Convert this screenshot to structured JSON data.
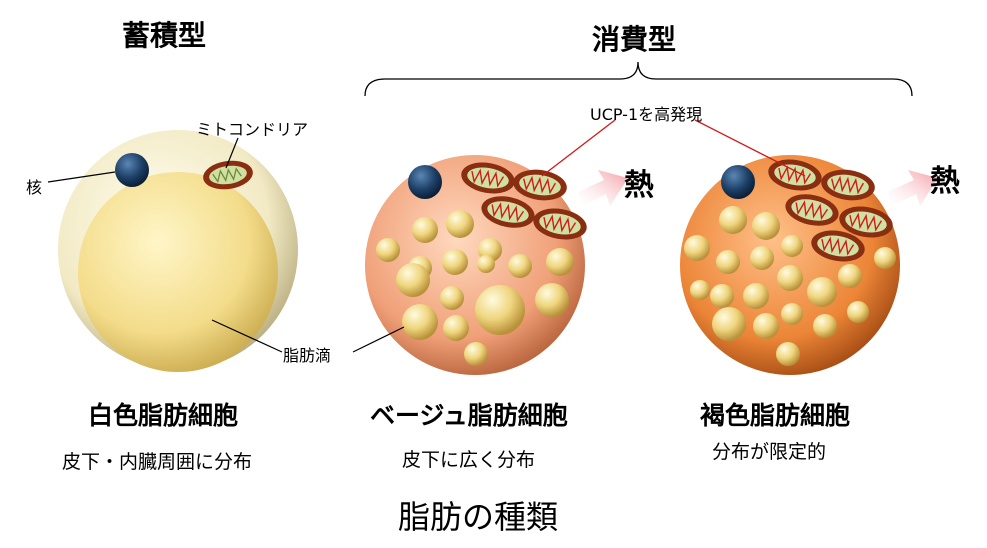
{
  "headers": {
    "storage": "蓄積型",
    "consumption": "消費型"
  },
  "annotations": {
    "nucleus": "核",
    "mitochondria": "ミトコンドリア",
    "lipid_droplet": "脂肪滴",
    "ucp1": "UCP-1を高発現"
  },
  "heat_label": "熱",
  "cells": [
    {
      "name": "白色脂肪細胞",
      "distribution": "皮下・内臓周囲に分布"
    },
    {
      "name": "ベージュ脂肪細胞",
      "distribution": "皮下に広く分布"
    },
    {
      "name": "褐色脂肪細胞",
      "distribution": "分布が限定的"
    }
  ],
  "figure_title": "脂肪の種類",
  "colors": {
    "white_cell": "#f4edc6",
    "beige_cell": "#f3a57a",
    "brown_cell": "#ef8a3c",
    "droplet": "#eed27a",
    "nucleus": "#1c3f66",
    "mitochondria_outer": "#8a2e12",
    "mitochondria_inner": "#cfe0a2",
    "cristae": "#d11a1a",
    "heat_arrow": "#f5a6ad"
  }
}
